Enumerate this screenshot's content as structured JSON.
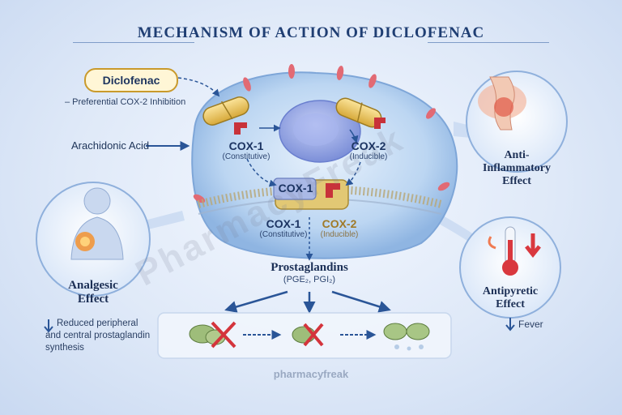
{
  "title": "MECHANISM OF ACTION OF DICLOFENAC",
  "drug": {
    "name": "Diclofenac",
    "note": "– Preferential COX-2 Inhibition"
  },
  "substrate": "Arachidonic Acid",
  "cox1_upper": {
    "name": "COX-1",
    "sub": "(Constitutive)"
  },
  "cox2_upper": {
    "name": "COX-2",
    "sub": "(Inducible)"
  },
  "membrane_enzyme": "COX-1",
  "cox1_lower": {
    "name": "COX-1",
    "sub": "(Constitutive)"
  },
  "cox2_lower": {
    "name": "COX-2",
    "sub": "(Inducible)"
  },
  "product": {
    "name": "Prostaglandins",
    "sub": "(PGE₂, PGI₂)"
  },
  "effects": {
    "anti_inflammatory": "Anti-Inflammatory Effect",
    "analgesic": "Analgesic Effect",
    "antipyretic": "Antipyretic Effect"
  },
  "notes": {
    "analgesic_line1": "Reduced peripheral",
    "analgesic_line2": "and central prostaglandin",
    "analgesic_line3": "synthesis",
    "antipyretic": "Fever"
  },
  "brand": "pharmacyfreak",
  "watermark": "PharmacyFreak",
  "colors": {
    "title": "#1f3e73",
    "capsule": "#e8c14e",
    "inhibitor": "#c8323a",
    "cell": "#bcd6f2",
    "arrow": "#2a5597"
  }
}
